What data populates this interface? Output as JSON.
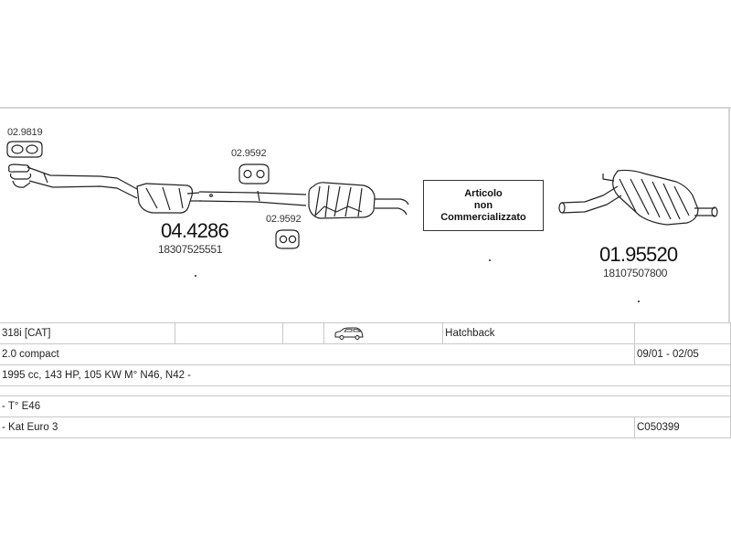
{
  "parts": {
    "gasket_front": "02.9819",
    "hanger_upper": "02.9592",
    "hanger_lower": "02.9592",
    "front_pipe_code": "04.4286",
    "front_pipe_oem": "18307525551",
    "rear_box_code": "01.95520",
    "rear_box_oem": "18107507800"
  },
  "notice": {
    "line1": "Articolo",
    "line2": "non",
    "line3": "Commercializzato"
  },
  "spec": {
    "model": "318i  [CAT]",
    "car_icon": "hatchback-car-icon",
    "body": "Hatchback",
    "variant": "2.0 compact",
    "years": "09/01 - 02/05",
    "engine": "1995 cc, 143 HP, 105 KW M° N46, N42 -",
    "chassis": "- T° E46",
    "emission": "- Kat Euro 3",
    "code": "C050399"
  }
}
